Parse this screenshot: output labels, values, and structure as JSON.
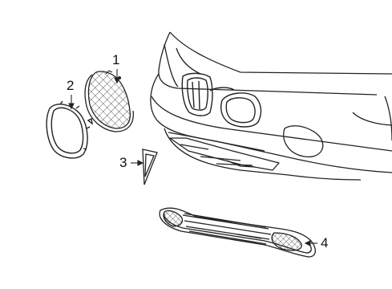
{
  "callouts": {
    "c1": "1",
    "c2": "2",
    "c3": "3",
    "c4": "4"
  },
  "parts": [
    {
      "number": "1",
      "part": "grille-insert-mesh"
    },
    {
      "number": "2",
      "part": "grille-surround-bezel"
    },
    {
      "number": "3",
      "part": "emblem"
    },
    {
      "number": "4",
      "part": "lower-grille"
    }
  ],
  "colors": {
    "line": "#222222",
    "background": "#ffffff"
  }
}
